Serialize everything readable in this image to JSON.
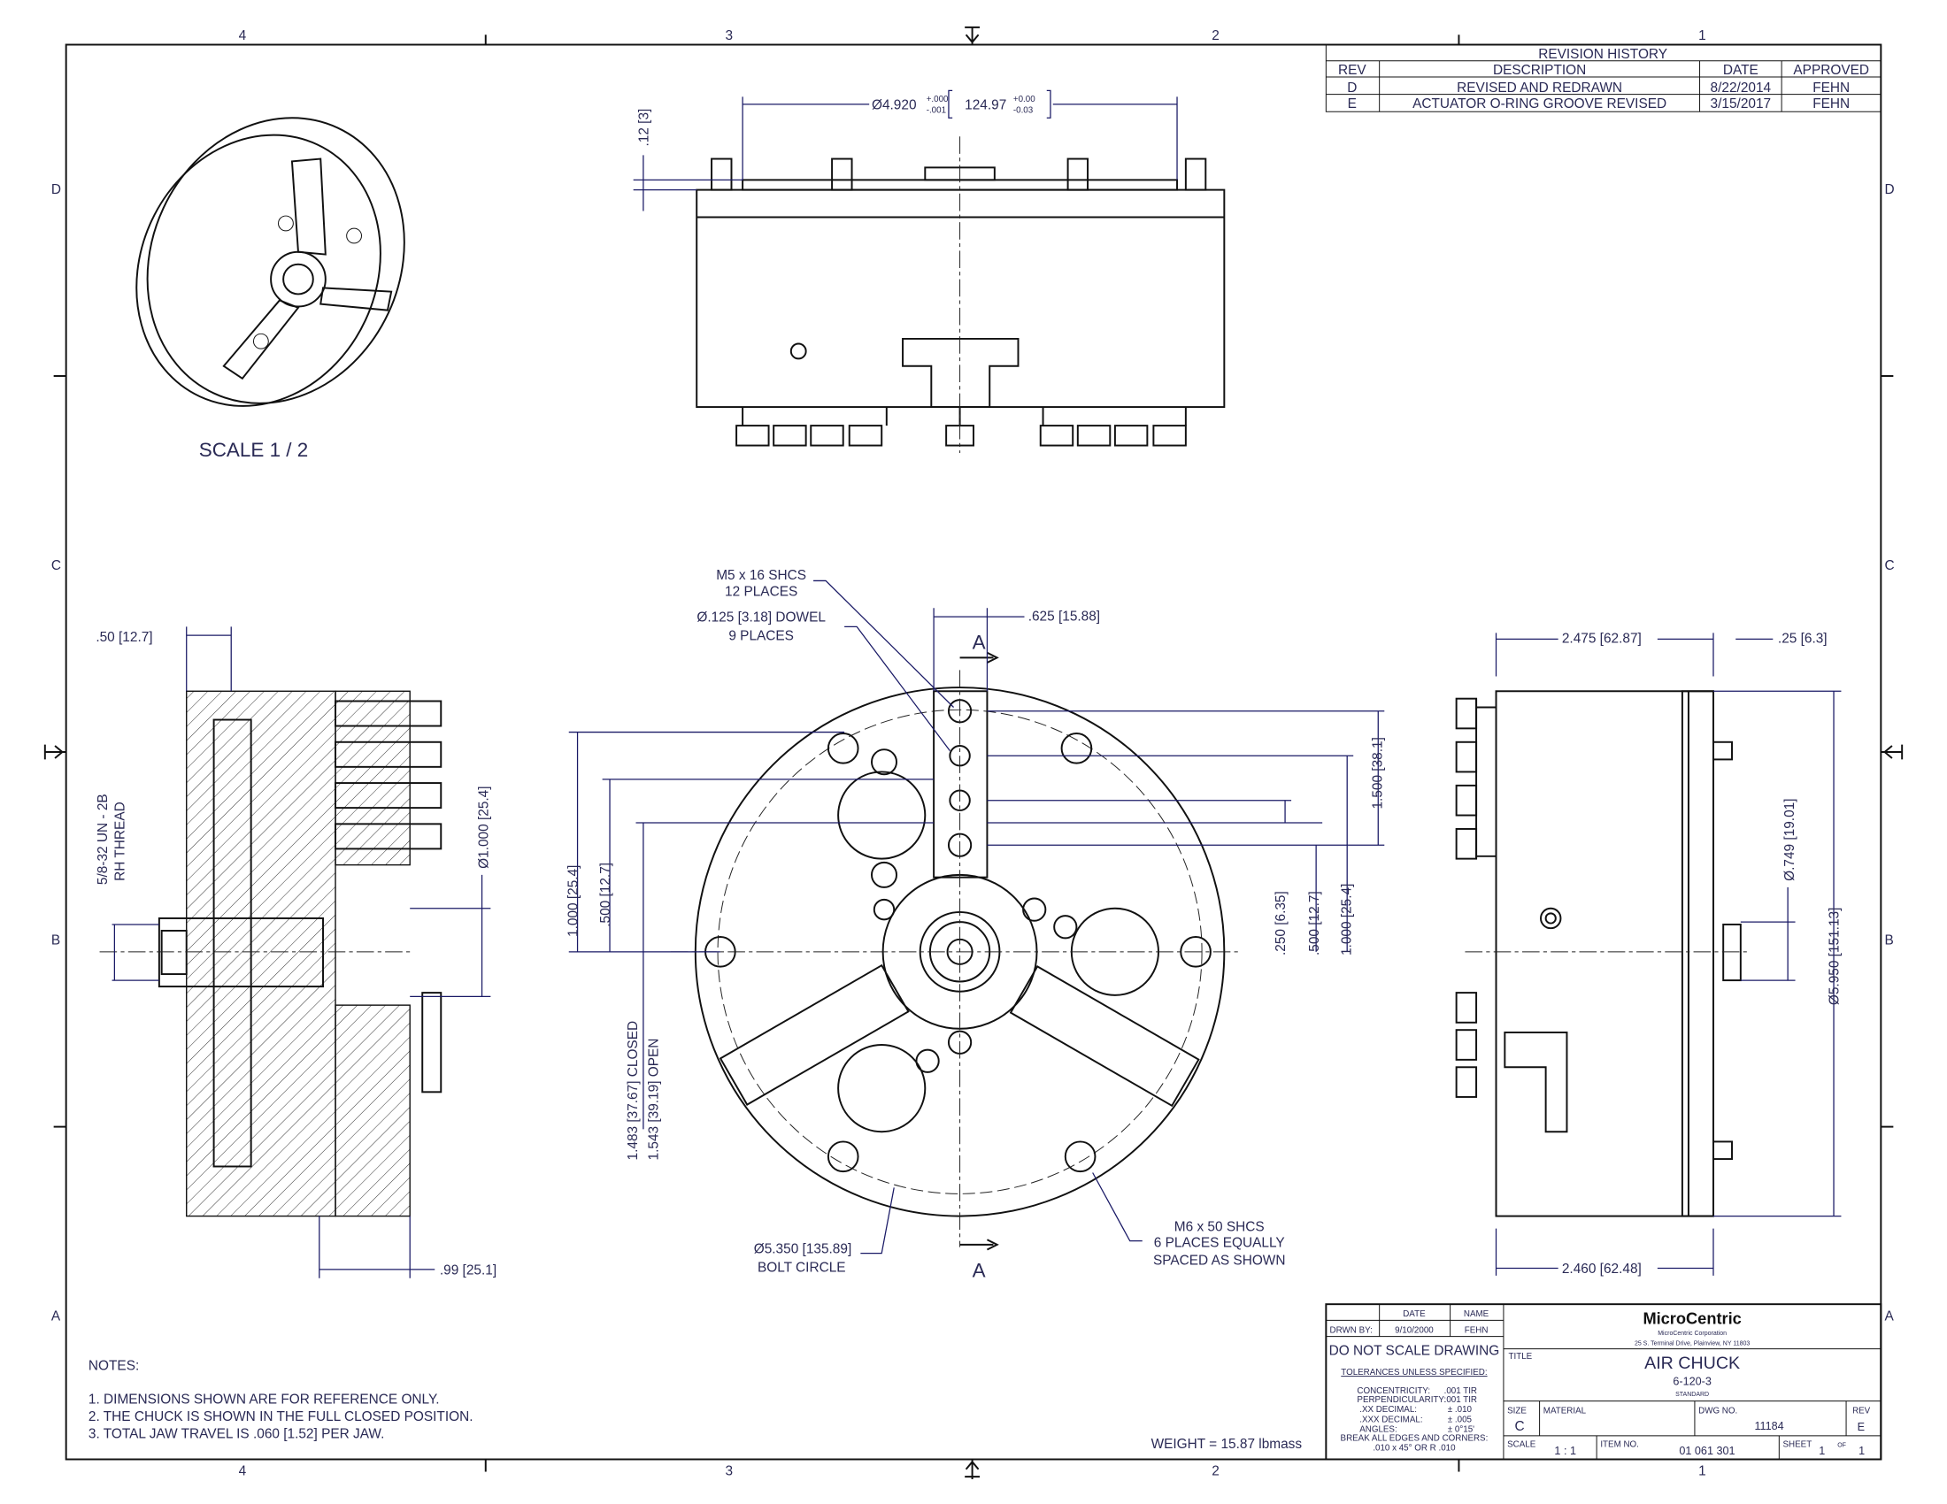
{
  "zones": {
    "cols": [
      "4",
      "3",
      "2",
      "1"
    ],
    "rows": [
      "D",
      "C",
      "B",
      "A"
    ]
  },
  "revision_history": {
    "title": "REVISION HISTORY",
    "headers": [
      "REV",
      "DESCRIPTION",
      "DATE",
      "APPROVED"
    ],
    "rows": [
      [
        "D",
        "REVISED AND REDRAWN",
        "8/22/2014",
        "FEHN"
      ],
      [
        "E",
        "ACTUATOR O-RING GROOVE REVISED",
        "3/15/2017",
        "FEHN"
      ]
    ]
  },
  "iso_view": {
    "scale_label": "SCALE 1 / 2"
  },
  "top_view": {
    "dia_main": "Ø4.920",
    "dia_tol_plus": "+.000",
    "dia_tol_minus": "-.001",
    "dia_metric": "124.97",
    "dia_metric_plus": "+0.00",
    "dia_metric_minus": "-0.03",
    "height_dim": ".12 [3]"
  },
  "section_view": {
    "width_dim": ".50 [12.7]",
    "thread_1": "5/8-32 UN - 2B",
    "thread_2": "RH THREAD",
    "bore_dim": "Ø1.000 [25.4]",
    "depth_dim": ".99 [25.1]"
  },
  "front_view": {
    "shcs_1": "M5 x 16 SHCS",
    "shcs_2": "12 PLACES",
    "dowel_1": "Ø.125 [3.18] DOWEL",
    "dowel_2": "9 PLACES",
    "jaw_width": ".625 [15.88]",
    "section_mark": "A",
    "dim_1000_left": "1.000 [25.4]",
    "dim_500_left": ".500 [12.7]",
    "dim_closed": "1.483 [37.67] CLOSED",
    "dim_open": "1.543 [39.19] OPEN",
    "dim_1500": "1.500 [38.1]",
    "dim_250": ".250 [6.35]",
    "dim_500_right": ".500 [12.7]",
    "dim_1000_right": "1.000 [25.4]",
    "bolt_circle_1": "Ø5.350 [135.89]",
    "bolt_circle_2": "BOLT CIRCLE",
    "m6_1": "M6 x 50 SHCS",
    "m6_2": "6 PLACES EQUALLY",
    "m6_3": "SPACED AS SHOWN"
  },
  "side_view": {
    "dim_2475": "2.475 [62.87]",
    "dim_25": ".25 [6.3]",
    "dim_749": "Ø.749 [19.01]",
    "dim_5950": "Ø5.950 [151.13]",
    "dim_2460": "2.460 [62.48]"
  },
  "notes": {
    "title": "NOTES:",
    "items": [
      "1.  DIMENSIONS SHOWN ARE FOR REFERENCE ONLY.",
      "2.  THE CHUCK IS SHOWN IN THE FULL CLOSED POSITION.",
      "3.  TOTAL JAW TRAVEL IS .060 [1.52] PER JAW."
    ]
  },
  "weight": "WEIGHT = 15.87 lbmass",
  "title_block": {
    "date_h": "DATE",
    "name_h": "NAME",
    "drawn_by_label": "DRWN BY:",
    "drawn_date": "9/10/2000",
    "drawn_name": "FEHN",
    "do_not_scale": "DO NOT SCALE DRAWING",
    "tol_title": "TOLERANCES UNLESS SPECIFIED:",
    "tol": [
      [
        "CONCENTRICITY:",
        ".001 TIR"
      ],
      [
        "PERPENDICULARITY:",
        ".001 TIR"
      ],
      [
        ".XX  DECIMAL:",
        "± .010"
      ],
      [
        ".XXX DECIMAL:",
        "± .005"
      ],
      [
        "ANGLES:",
        "± 0°15'"
      ]
    ],
    "break_1": "BREAK ALL EDGES AND CORNERS:",
    "break_2": ".010 x 45° OR R .010",
    "logo": "MicroCentric",
    "company": "MicroCentric Corporation",
    "address": "25 S. Terminal Drive, Plainview, NY 11803",
    "title_label": "TITLE",
    "title": "AIR CHUCK",
    "part": "6-120-3",
    "variant": "STANDARD",
    "size_label": "SIZE",
    "size": "C",
    "material_label": "MATERIAL",
    "dwg_label": "DWG NO.",
    "dwg": "11184",
    "rev_label": "REV",
    "rev": "E",
    "scale_label": "SCALE",
    "scale": "1 : 1",
    "item_label": "ITEM NO.",
    "item": "01 061 301",
    "sheet_label": "SHEET",
    "sheet": "1",
    "of_label": "OF",
    "of": "1"
  }
}
